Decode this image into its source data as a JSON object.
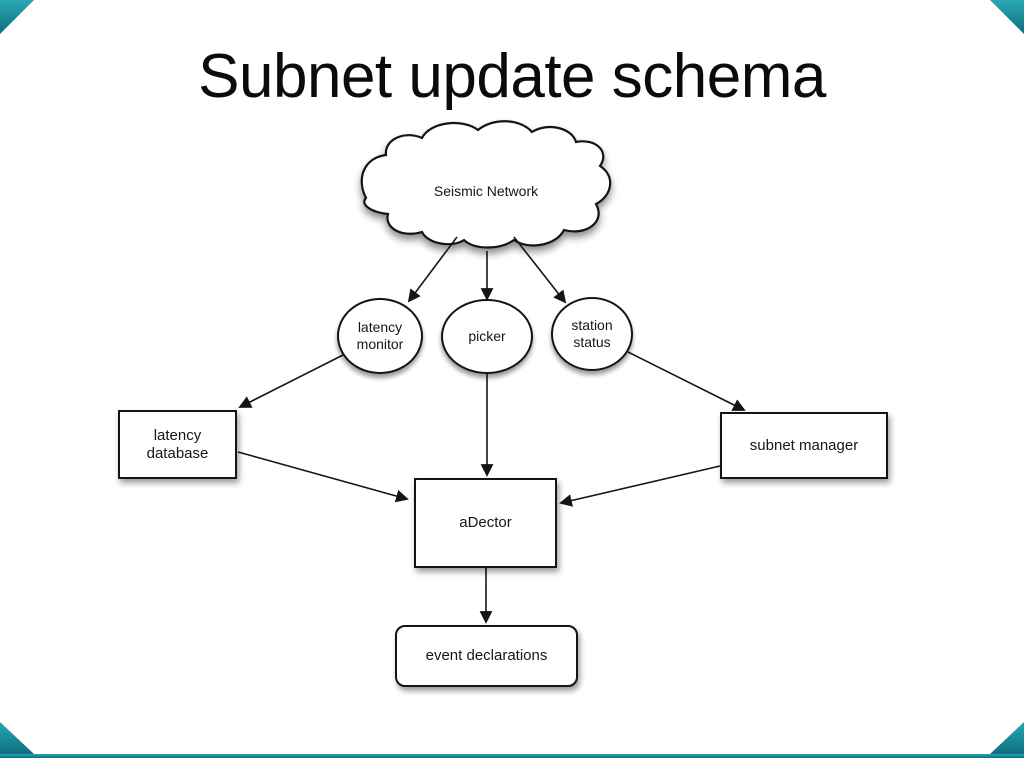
{
  "slide": {
    "title": "Subnet update schema",
    "background": "#ffffff"
  },
  "decorations": {
    "accent_teal_light": "#2ba7b4",
    "accent_teal_dark": "#0d6f7e"
  },
  "diagram": {
    "nodes": [
      {
        "id": "seismic-network",
        "type": "cloud",
        "label": "Seismic Network"
      },
      {
        "id": "latency-monitor",
        "type": "ellipse",
        "label": "latency\nmonitor"
      },
      {
        "id": "picker",
        "type": "ellipse",
        "label": "picker"
      },
      {
        "id": "station-status",
        "type": "ellipse",
        "label": "station\nstatus"
      },
      {
        "id": "latency-database",
        "type": "rect",
        "label": "latency\ndatabase"
      },
      {
        "id": "subnet-manager",
        "type": "rect",
        "label": "subnet manager"
      },
      {
        "id": "adector",
        "type": "rect",
        "label": "aDector"
      },
      {
        "id": "event-declarations",
        "type": "rounded-rect",
        "label": "event declarations"
      }
    ],
    "edges": [
      {
        "from": "seismic-network",
        "to": "latency-monitor"
      },
      {
        "from": "seismic-network",
        "to": "picker"
      },
      {
        "from": "seismic-network",
        "to": "station-status"
      },
      {
        "from": "latency-monitor",
        "to": "latency-database"
      },
      {
        "from": "station-status",
        "to": "subnet-manager"
      },
      {
        "from": "picker",
        "to": "adector"
      },
      {
        "from": "latency-database",
        "to": "adector"
      },
      {
        "from": "subnet-manager",
        "to": "adector"
      },
      {
        "from": "adector",
        "to": "event-declarations"
      }
    ]
  }
}
